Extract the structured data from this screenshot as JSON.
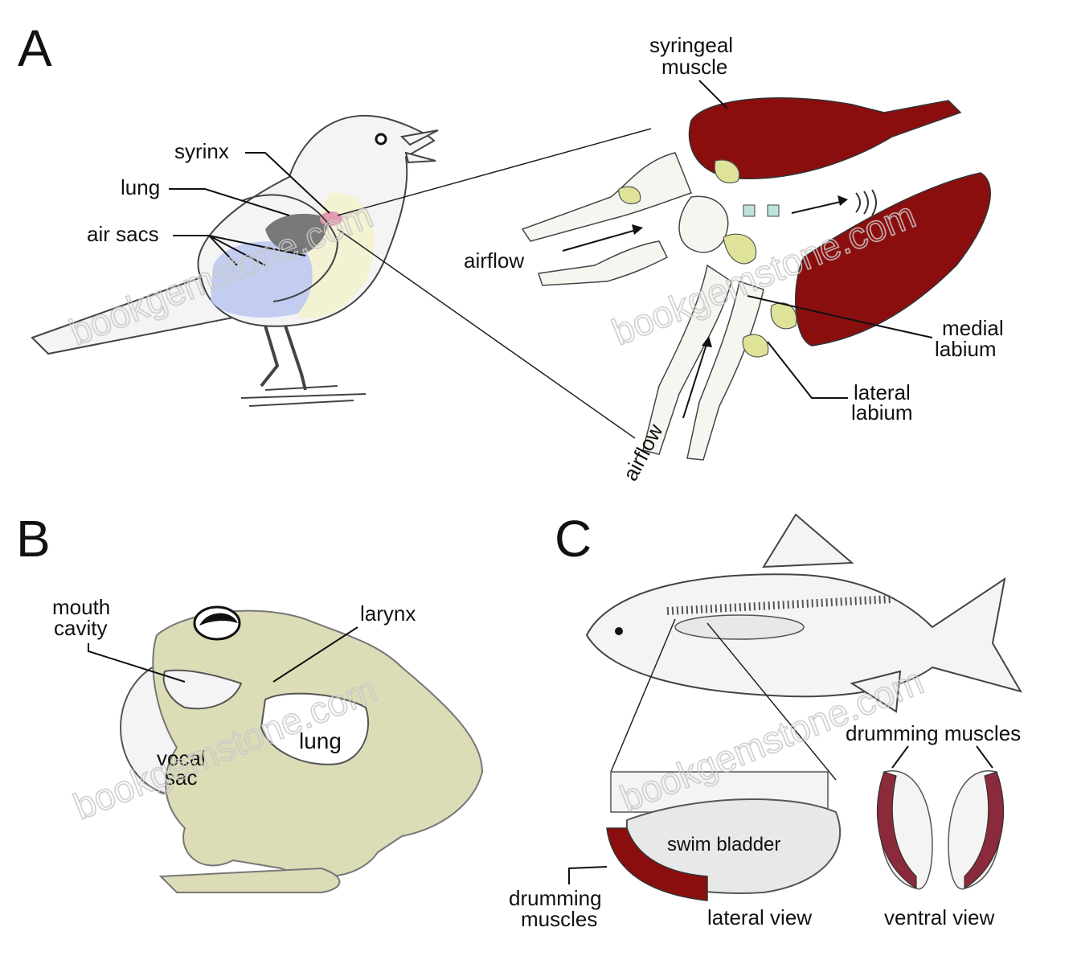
{
  "panels": {
    "a": {
      "letter": "A",
      "labels": {
        "syrinx": "syrinx",
        "lung": "lung",
        "air_sacs": "air sacs",
        "syringeal_muscle_1": "syringeal",
        "syringeal_muscle_2": "muscle",
        "airflow_top": "airflow",
        "airflow_bottom": "airflow",
        "medial_labium_1": "medial",
        "medial_labium_2": "labium",
        "lateral_labium_1": "lateral",
        "lateral_labium_2": "labium"
      }
    },
    "b": {
      "letter": "B",
      "labels": {
        "mouth_cavity_1": "mouth",
        "mouth_cavity_2": "cavity",
        "larynx": "larynx",
        "lung": "lung",
        "vocal_sac_1": "vocal",
        "vocal_sac_2": "sac"
      }
    },
    "c": {
      "letter": "C",
      "labels": {
        "drumming_muscles_top": "drumming muscles",
        "swim_bladder": "swim bladder",
        "drumming_muscles_left_1": "drumming",
        "drumming_muscles_left_2": "muscles",
        "lateral_view": "lateral view",
        "ventral_view": "ventral view"
      }
    }
  },
  "watermark": "bookgemstone.com",
  "colors": {
    "muscle": "#8b0e0e",
    "cartilage": "#dfe39a",
    "frog_skin": "#dcdcb6",
    "air_sac": "#b9c6f0",
    "lung": "#c77b8b"
  }
}
